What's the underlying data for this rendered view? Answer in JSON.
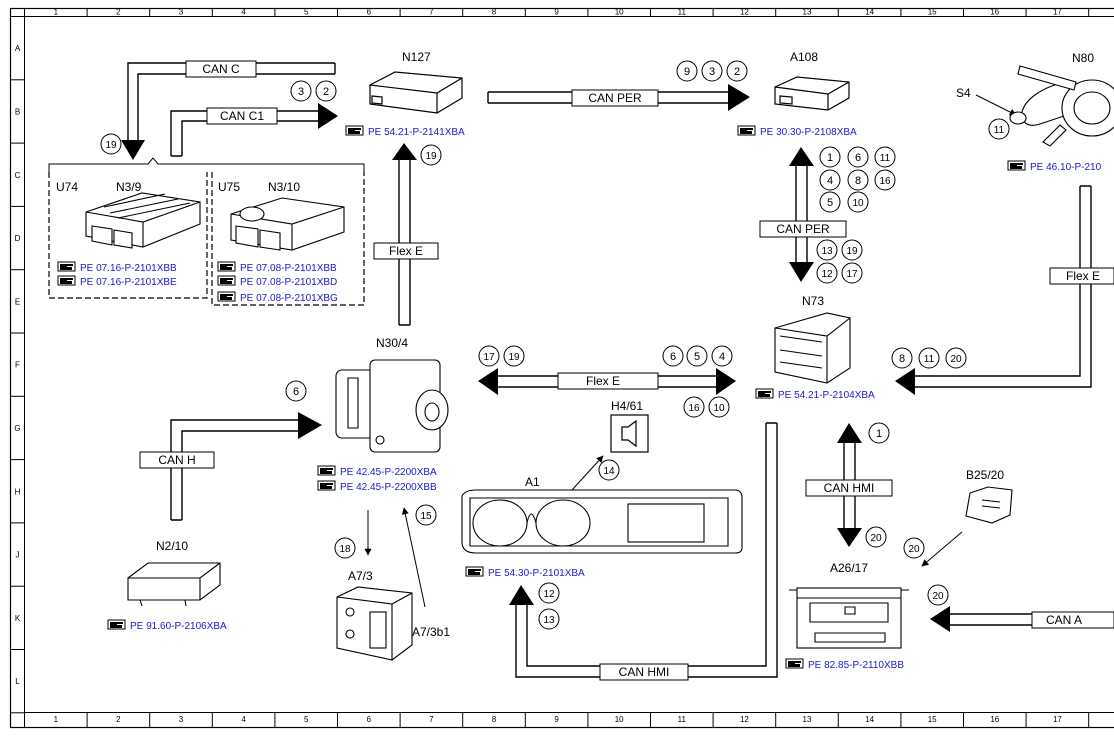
{
  "grid": {
    "columns": [
      "1",
      "2",
      "3",
      "4",
      "5",
      "6",
      "7",
      "8",
      "9",
      "10",
      "11",
      "12",
      "13",
      "14",
      "15",
      "16",
      "17"
    ],
    "rows": [
      "A",
      "B",
      "C",
      "D",
      "E",
      "F",
      "G",
      "H",
      "J",
      "K",
      "L"
    ]
  },
  "colors": {
    "ink": "#000000",
    "reference": "#1a1acc",
    "background": "#ffffff"
  },
  "components": [
    {
      "id": "n127",
      "label": "N127"
    },
    {
      "id": "a108",
      "label": "A108"
    },
    {
      "id": "n80",
      "label": "N80"
    },
    {
      "id": "s4",
      "label": "S4"
    },
    {
      "id": "u74",
      "label": "U74"
    },
    {
      "id": "n39",
      "label": "N3/9"
    },
    {
      "id": "u75",
      "label": "U75"
    },
    {
      "id": "n310",
      "label": "N3/10"
    },
    {
      "id": "n304",
      "label": "N30/4"
    },
    {
      "id": "n73",
      "label": "N73"
    },
    {
      "id": "h461",
      "label": "H4/61"
    },
    {
      "id": "a1",
      "label": "A1"
    },
    {
      "id": "n210",
      "label": "N2/10"
    },
    {
      "id": "a73",
      "label": "A7/3"
    },
    {
      "id": "a73b1",
      "label": "A7/3b1"
    },
    {
      "id": "b2520",
      "label": "B25/20"
    },
    {
      "id": "a2617",
      "label": "A26/17"
    }
  ],
  "bus_labels": [
    {
      "id": "can-c",
      "text": "CAN C"
    },
    {
      "id": "can-c1",
      "text": "CAN C1"
    },
    {
      "id": "can-per-top",
      "text": "CAN PER"
    },
    {
      "id": "can-per-vertical",
      "text": "CAN PER"
    },
    {
      "id": "flex-e-vertical",
      "text": "Flex E"
    },
    {
      "id": "flex-e-middle",
      "text": "Flex E"
    },
    {
      "id": "flex-e-right",
      "text": "Flex E"
    },
    {
      "id": "can-h",
      "text": "CAN H"
    },
    {
      "id": "can-hmi-vertical",
      "text": "CAN HMI"
    },
    {
      "id": "can-hmi-bottom",
      "text": "CAN HMI"
    },
    {
      "id": "can-a",
      "text": "CAN A"
    }
  ],
  "references": [
    {
      "id": "n127-ref",
      "text": "PE 54.21-P-2141XBA"
    },
    {
      "id": "a108-ref",
      "text": "PE 30.30-P-2108XBA"
    },
    {
      "id": "n80-ref",
      "text": "PE 46.10-P-210"
    },
    {
      "id": "u74-ref-1",
      "text": "PE 07.16-P-2101XBB"
    },
    {
      "id": "u74-ref-2",
      "text": "PE 07.16-P-2101XBE"
    },
    {
      "id": "u75-ref-1",
      "text": "PE 07.08-P-2101XBB"
    },
    {
      "id": "u75-ref-2",
      "text": "PE 07.08-P-2101XBD"
    },
    {
      "id": "u75-ref-3",
      "text": "PE 07.08-P-2101XBG"
    },
    {
      "id": "n73-ref",
      "text": "PE 54.21-P-2104XBA"
    },
    {
      "id": "n304-ref-1",
      "text": "PE 42.45-P-2200XBA"
    },
    {
      "id": "n304-ref-2",
      "text": "PE 42.45-P-2200XBB"
    },
    {
      "id": "a1-ref",
      "text": "PE 54.30-P-2101XBA"
    },
    {
      "id": "n210-ref",
      "text": "PE 91.60-P-2106XBA"
    },
    {
      "id": "a2617-ref",
      "text": "PE 82.85-P-2110XBB"
    }
  ],
  "signals": [
    {
      "id": "s-n127-3",
      "text": "3"
    },
    {
      "id": "s-n127-2",
      "text": "2"
    },
    {
      "id": "s-u-19",
      "text": "19"
    },
    {
      "id": "s-flex-19",
      "text": "19"
    },
    {
      "id": "s-a108-9",
      "text": "9"
    },
    {
      "id": "s-a108-3",
      "text": "3"
    },
    {
      "id": "s-a108-2",
      "text": "2"
    },
    {
      "id": "s-s4-11",
      "text": "11"
    },
    {
      "id": "s-per-1",
      "text": "1"
    },
    {
      "id": "s-per-6",
      "text": "6"
    },
    {
      "id": "s-per-11",
      "text": "11"
    },
    {
      "id": "s-per-4",
      "text": "4"
    },
    {
      "id": "s-per-8",
      "text": "8"
    },
    {
      "id": "s-per-16",
      "text": "16"
    },
    {
      "id": "s-per-5",
      "text": "5"
    },
    {
      "id": "s-per-10",
      "text": "10"
    },
    {
      "id": "s-per-13",
      "text": "13"
    },
    {
      "id": "s-per-19",
      "text": "19"
    },
    {
      "id": "s-per-12",
      "text": "12"
    },
    {
      "id": "s-per-17",
      "text": "17"
    },
    {
      "id": "s-fm-17",
      "text": "17"
    },
    {
      "id": "s-fm-19",
      "text": "19"
    },
    {
      "id": "s-fm-6",
      "text": "6"
    },
    {
      "id": "s-fm-5",
      "text": "5"
    },
    {
      "id": "s-fm-4",
      "text": "4"
    },
    {
      "id": "s-fm-16",
      "text": "16"
    },
    {
      "id": "s-fm-10",
      "text": "10"
    },
    {
      "id": "s-fr-8",
      "text": "8"
    },
    {
      "id": "s-fr-11",
      "text": "11"
    },
    {
      "id": "s-fr-20",
      "text": "20"
    },
    {
      "id": "s-canh-6",
      "text": "6"
    },
    {
      "id": "s-h461-14",
      "text": "14"
    },
    {
      "id": "s-hmi-1",
      "text": "1"
    },
    {
      "id": "s-hmi-20",
      "text": "20"
    },
    {
      "id": "s-a73-18",
      "text": "18"
    },
    {
      "id": "s-a73b1-15",
      "text": "15"
    },
    {
      "id": "s-b2520-20",
      "text": "20"
    },
    {
      "id": "s-cana-20",
      "text": "20"
    },
    {
      "id": "s-hmib-12",
      "text": "12"
    },
    {
      "id": "s-hmib-13",
      "text": "13"
    }
  ]
}
